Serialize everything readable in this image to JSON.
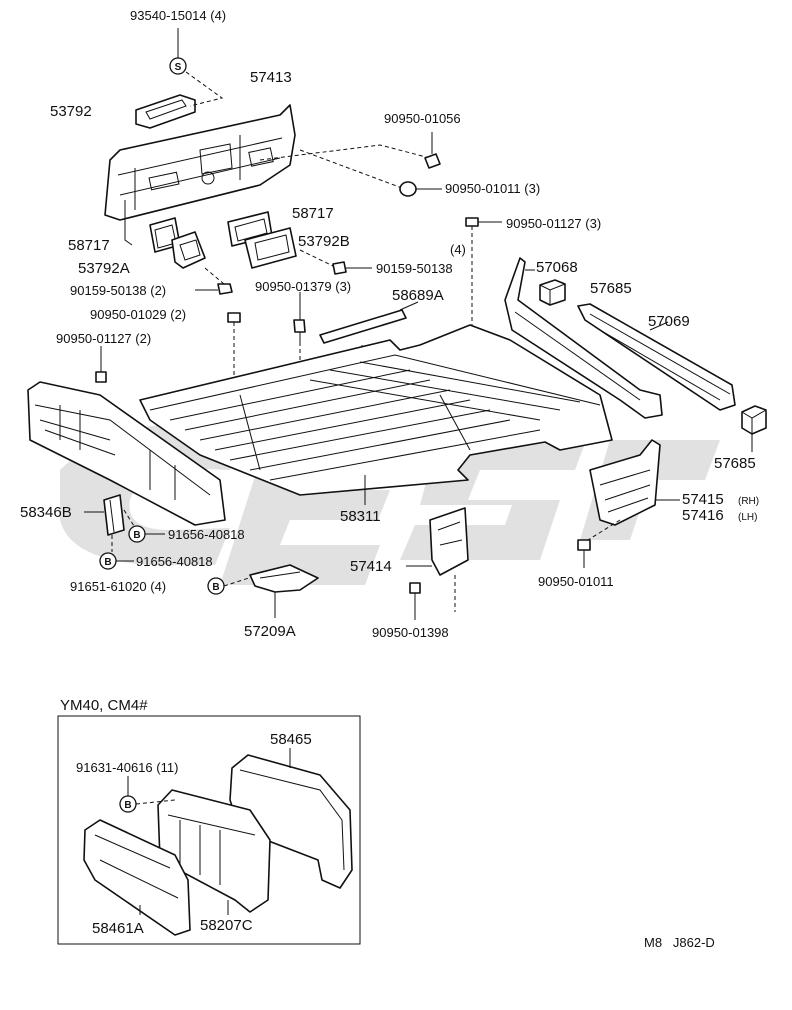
{
  "labels": {
    "l93540": "93540-15014 (4)",
    "l57413": "57413",
    "l53792": "53792",
    "l90950_01056": "90950-01056",
    "l90950_01011a": "90950-01011 (3)",
    "l58717a": "58717",
    "l58717b": "58717",
    "l53792b": "53792B",
    "l53792a": "53792A",
    "l90950_01127a": "90950-01127 (3)",
    "l4": "(4)",
    "l90159_50138a": "90159-50138",
    "l90159_50138b": "90159-50138 (2)",
    "l90950_01379": "90950-01379 (3)",
    "l58689a": "58689A",
    "l57068": "57068",
    "l57685a": "57685",
    "l90950_01029": "90950-01029 (2)",
    "l57069": "57069",
    "l90950_01127b": "90950-01127 (2)",
    "l57685b": "57685",
    "l57415": "57415",
    "l57415_rh": "(RH)",
    "l57416": "57416",
    "l57416_lh": "(LH)",
    "l58346b": "58346B",
    "l58311": "58311",
    "l91656a": "91656-40818",
    "l91656b": "91656-40818",
    "l57414": "57414",
    "l90950_01011b": "90950-01011",
    "l91651": "91651-61020 (4)",
    "l57209a": "57209A",
    "l90950_01398": "90950-01398",
    "inset_title": "YM40, CM4#",
    "l58465": "58465",
    "l91631": "91631-40616 (11)",
    "l58461a": "58461A",
    "l58207c": "58207C",
    "footer_code": "M8   J862-D"
  },
  "markers": {
    "s": "S",
    "b": "B"
  }
}
